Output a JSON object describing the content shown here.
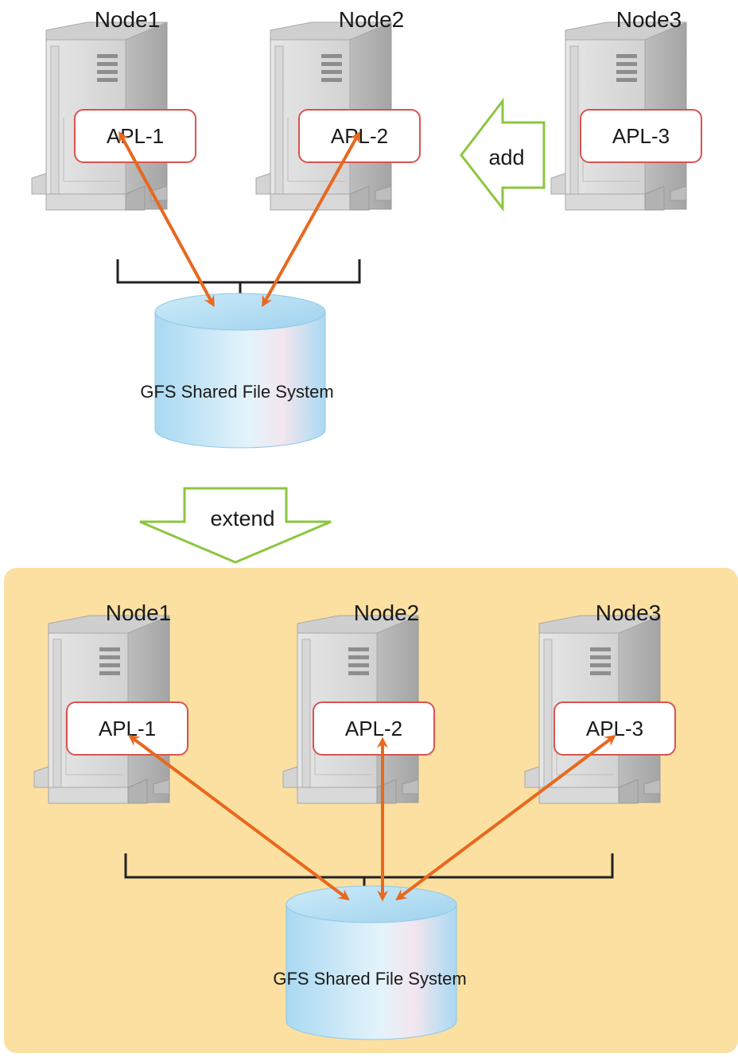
{
  "before": {
    "nodes": [
      {
        "title": "Node1",
        "app": "APL-1"
      },
      {
        "title": "Node2",
        "app": "APL-2"
      },
      {
        "title": "Node3",
        "app": "APL-3"
      }
    ],
    "storage_label": "GFS Shared File System",
    "add_label": "add"
  },
  "transition": {
    "extend_label": "extend"
  },
  "after": {
    "nodes": [
      {
        "title": "Node1",
        "app": "APL-1"
      },
      {
        "title": "Node2",
        "app": "APL-2"
      },
      {
        "title": "Node3",
        "app": "APL-3"
      }
    ],
    "storage_label": "GFS Shared File System"
  },
  "colors": {
    "accent_arrow": "#e8681e",
    "panel_bg": "#fbe0a2",
    "outline_arrow": "#8cc63f",
    "app_box_border": "#d9534f",
    "cylinder": "#bfe3f6"
  }
}
